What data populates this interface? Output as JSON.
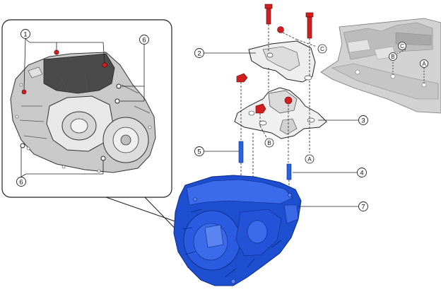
{
  "callouts": {
    "c1": "1",
    "c2": "2",
    "c3": "3",
    "c4": "4",
    "c5": "5",
    "c6_top": "6",
    "c6_bottom": "6",
    "c7": "7"
  },
  "letters": {
    "a_mount": "A",
    "b_mount": "B",
    "c_mount": "C",
    "a_body": "A",
    "b_body": "B",
    "c_body": "C"
  },
  "colors": {
    "outline": "#1a1a1a",
    "bolt_red": "#d11f1f",
    "transaxle_blue": "#1f4fd1",
    "stud_blue": "#2a62e0",
    "casting_gray": "#b9b9b9",
    "gasket_dark": "#444444"
  }
}
